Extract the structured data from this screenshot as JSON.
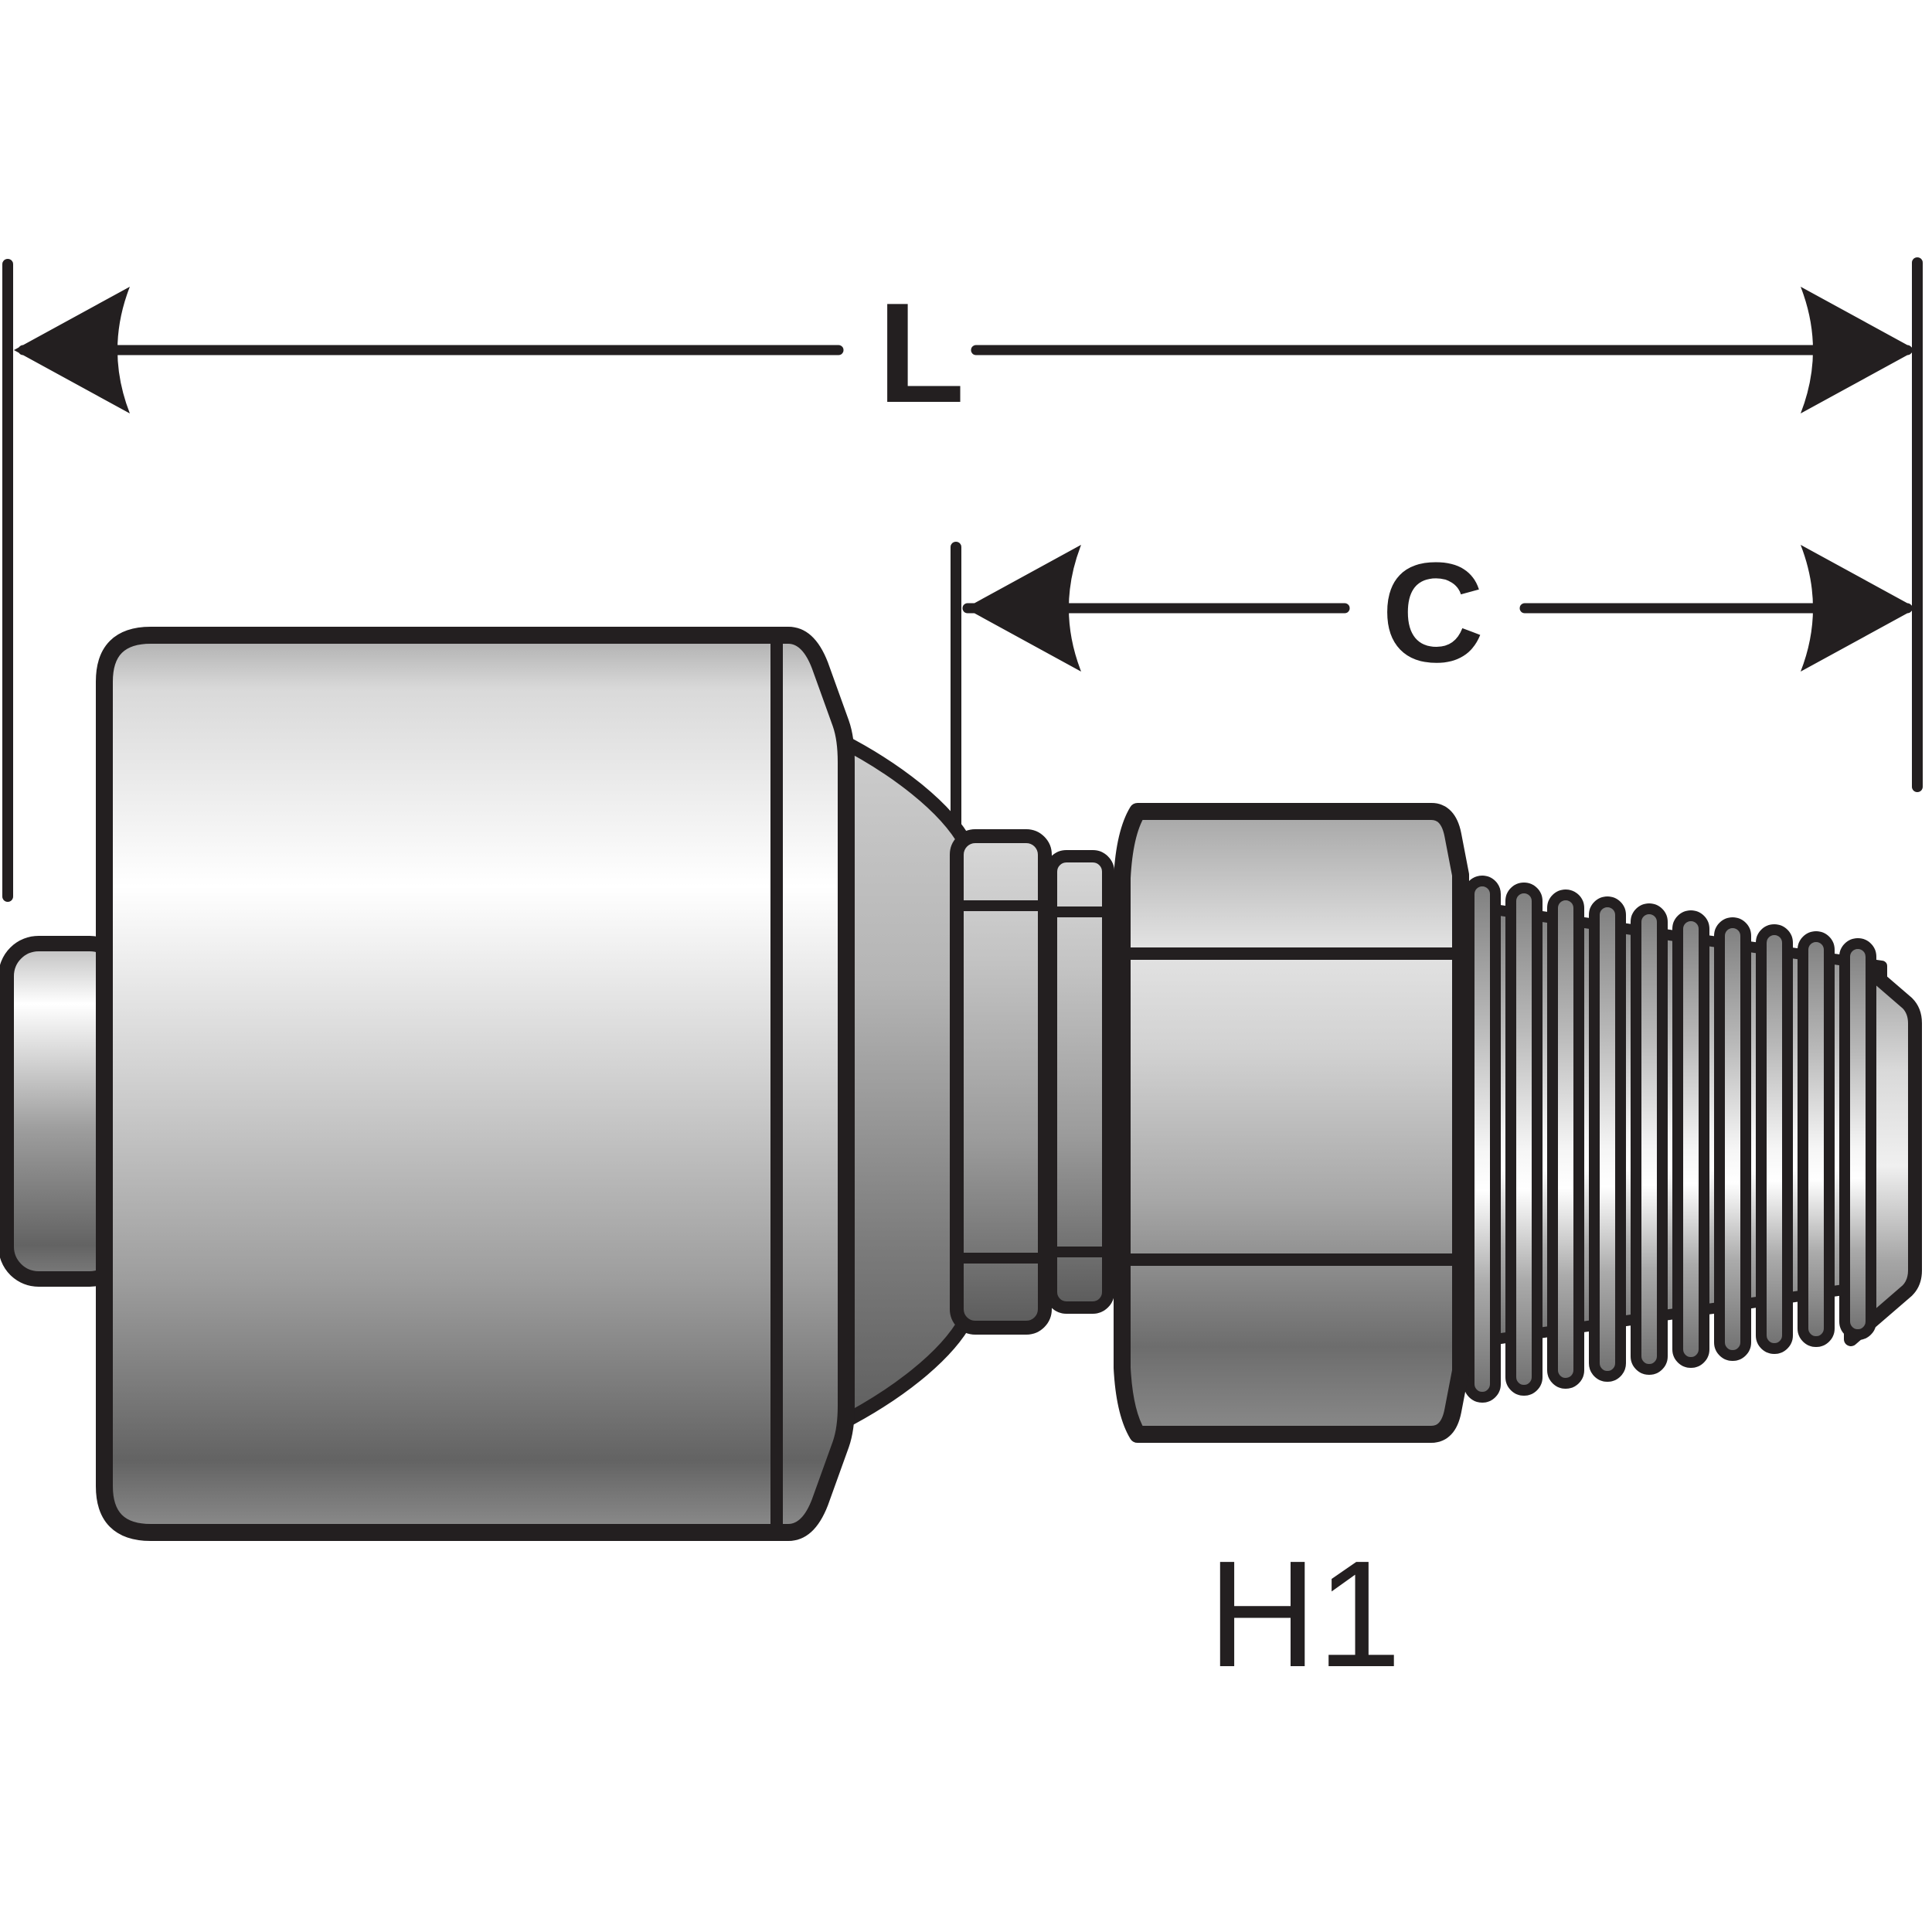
{
  "figure": {
    "type": "technical-diagram",
    "subject": "hydraulic crimp hose fitting with male pipe thread",
    "part_label": "H1",
    "dimensions": {
      "overall_length_label": "L",
      "cutoff_length_label": "C"
    },
    "icons": {
      "arrowhead_left": "dimension-arrowhead-left-icon",
      "arrowhead_right": "dimension-arrowhead-right-icon"
    },
    "colors": {
      "line": "#231f20",
      "background": "#ffffff",
      "metal_highlight": "#ffffff",
      "metal_mid": "#b0b0b0",
      "metal_shadow": "#5e5e5e"
    }
  }
}
